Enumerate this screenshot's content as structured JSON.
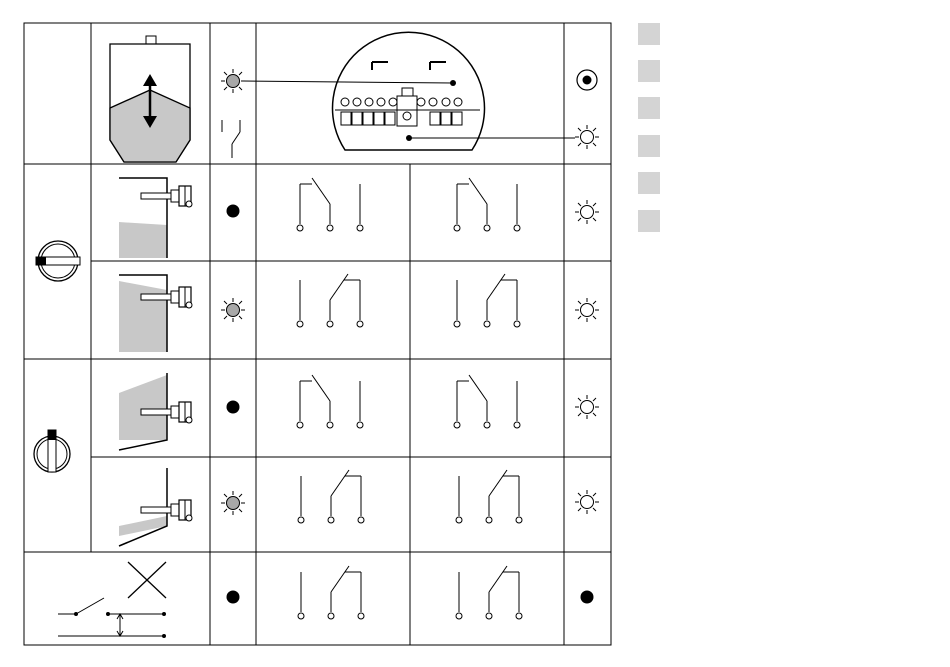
{
  "legend": {
    "items": [
      {
        "label": ""
      },
      {
        "label": ""
      },
      {
        "label": ""
      },
      {
        "label": ""
      },
      {
        "label": ""
      },
      {
        "label": ""
      }
    ]
  },
  "colors": {
    "line": "#000000",
    "fill_medium": "#c8c8c8",
    "lamp_on": "#a8a8a8",
    "legend_swatch": "#d4d4d4"
  },
  "rows": [
    {
      "mode": "max",
      "medium": "below",
      "lamp": "off",
      "relay_coil": "de-energized",
      "power_lamp": "off"
    },
    {
      "mode": "max",
      "medium": "covered",
      "lamp": "on",
      "relay_coil": "energized",
      "power_lamp": "off"
    },
    {
      "mode": "min",
      "medium": "covered",
      "lamp": "off",
      "relay_coil": "de-energized",
      "power_lamp": "off"
    },
    {
      "mode": "min",
      "medium": "below",
      "lamp": "on",
      "relay_coil": "energized",
      "power_lamp": "off"
    },
    {
      "mode": "power-failure",
      "medium": "any",
      "lamp": "off",
      "relay_coil": "energized",
      "power_lamp": "dark"
    }
  ],
  "icons": [
    "fail-safe-max-dial-icon",
    "fail-safe-min-dial-icon",
    "signal-lamp-icon",
    "power-lamp-icon",
    "relay-contact-icon",
    "electronic-insert-icon"
  ]
}
